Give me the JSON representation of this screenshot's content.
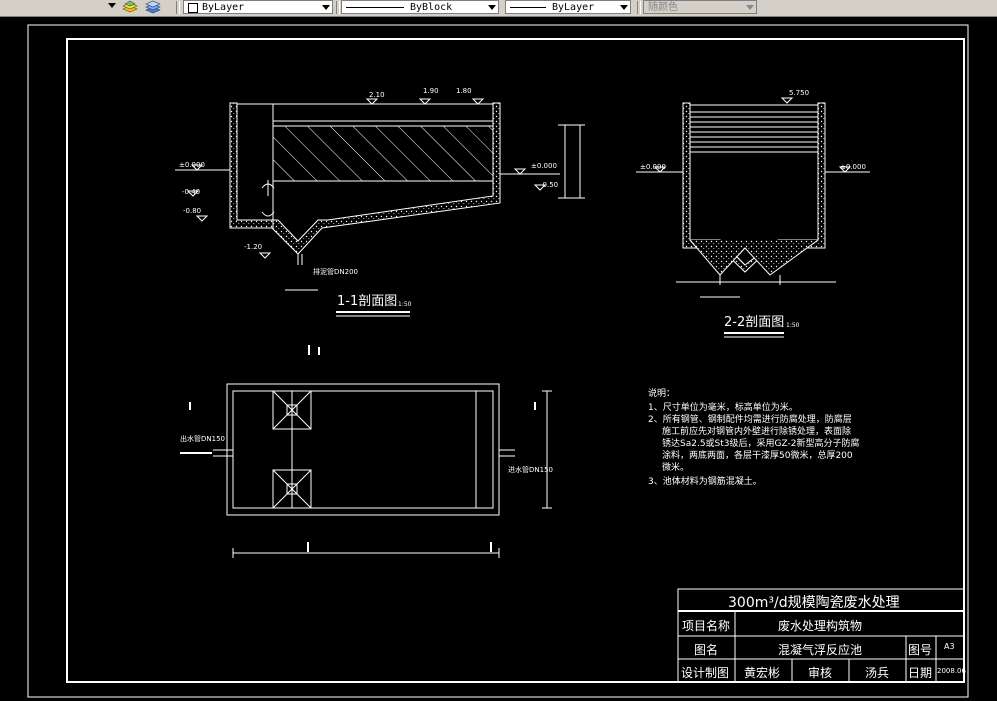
{
  "toolbar": {
    "color_control": "ByLayer",
    "linetype_control": "ByBlock",
    "lineweight_control": "ByLayer",
    "plotstyle_control": "随颜色"
  },
  "drawing": {
    "section_1_title": "1-1剖面图",
    "section_1_scale": "1:50",
    "section_2_title": "2-2剖面图",
    "section_2_scale": "1:50",
    "elev_pm0": "±0.000",
    "elev_m040": "-0.40",
    "elev_m080": "-0.80",
    "elev_m120": "-1.20",
    "elev_210": "2.10",
    "elev_190": "1.90",
    "elev_180": "1.80",
    "elev_m050": "-0.50",
    "elev_5750": "5.750",
    "sludge_pipe": "排泥管DN200",
    "outlet_pipe": "出水管DN150",
    "inlet_pipe": "进水管DN150",
    "notes": [
      "说明：",
      "1、尺寸单位为毫米，标高单位为米。",
      "2、所有钢管、钢制配件均需进行防腐处理，防腐层",
      "施工前应先对钢管内外壁进行除锈处理，表面除",
      "锈达Sa2.5或St3级后，采用GZ-2新型高分子防腐",
      "涂料，两底两面，各层干漆厚50微米，总厚200",
      "微米。",
      "3、池体材料为钢筋混凝土。"
    ]
  },
  "title_block": {
    "title": "300m³/d规模陶瓷废水处理",
    "project_label": "项目名称",
    "project_value": "废水处理构筑物",
    "drawing_label": "图名",
    "drawing_value": "混凝气浮反应池",
    "drawing_no_label": "图号",
    "drawing_no_value": "A3",
    "designer_label": "设计制图",
    "designer_value": "黄宏彬",
    "reviewer_label": "审核",
    "reviewer_value": "汤兵",
    "date_label": "日期",
    "date_value": "2008.06"
  }
}
